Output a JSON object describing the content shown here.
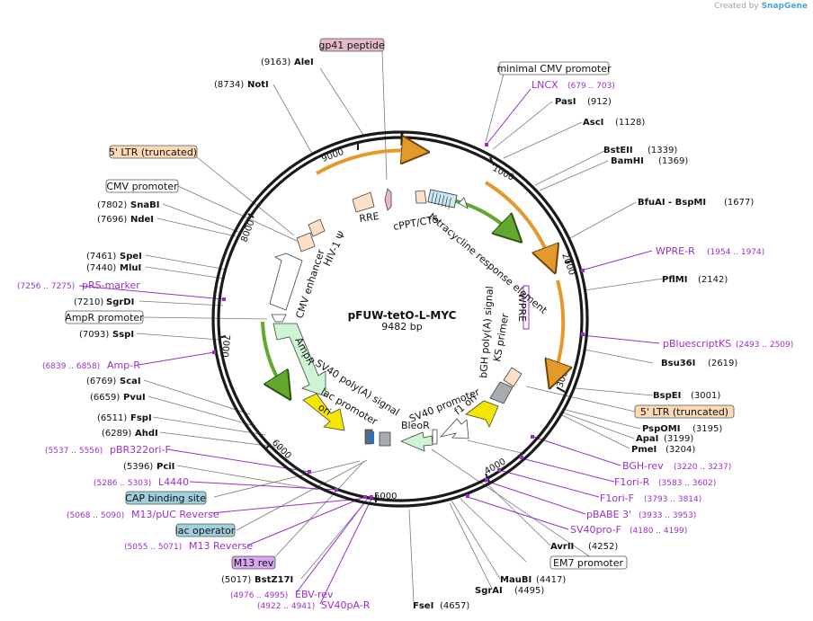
{
  "brand": {
    "prefix": "Created by",
    "name": "SnapGene"
  },
  "plasmid": {
    "name": "pFUW-tetO-L-MYC",
    "length": "9482 bp"
  },
  "ticks": [
    "1000",
    "2000",
    "3000",
    "4000",
    "5000",
    "6000",
    "7000",
    "8000",
    "9000"
  ],
  "enzymes": [
    {
      "name": "AleI",
      "pos": "(9163)"
    },
    {
      "name": "NotI",
      "pos": "(8734)"
    },
    {
      "name": "SnaBI",
      "pos": "(7802)"
    },
    {
      "name": "NdeI",
      "pos": "(7696)"
    },
    {
      "name": "SpeI",
      "pos": "(7461)"
    },
    {
      "name": "MluI",
      "pos": "(7440)"
    },
    {
      "name": "SgrDI",
      "pos": "(7210)"
    },
    {
      "name": "SspI",
      "pos": "(7093)"
    },
    {
      "name": "ScaI",
      "pos": "(6769)"
    },
    {
      "name": "PvuI",
      "pos": "(6659)"
    },
    {
      "name": "FspI",
      "pos": "(6511)"
    },
    {
      "name": "AhdI",
      "pos": "(6289)"
    },
    {
      "name": "PciI",
      "pos": "(5396)"
    },
    {
      "name": "BstZ17I",
      "pos": "(5017)"
    },
    {
      "name": "FseI",
      "pos": "(4657)"
    },
    {
      "name": "SgrAI",
      "pos": "(4495)"
    },
    {
      "name": "MauBI",
      "pos": "(4417)"
    },
    {
      "name": "AvrII",
      "pos": "(4252)"
    },
    {
      "name": "PmeI",
      "pos": "(3204)"
    },
    {
      "name": "ApaI",
      "pos": "(3199)"
    },
    {
      "name": "PspOMI",
      "pos": "(3195)"
    },
    {
      "name": "BspEI",
      "pos": "(3001)"
    },
    {
      "name": "Bsu36I",
      "pos": "(2619)"
    },
    {
      "name": "PflMI",
      "pos": "(2142)"
    },
    {
      "name": "BfuAI - BspMI",
      "pos": "(1677)"
    },
    {
      "name": "BamHI",
      "pos": "(1369)"
    },
    {
      "name": "BstEII",
      "pos": "(1339)"
    },
    {
      "name": "AscI",
      "pos": "(1128)"
    },
    {
      "name": "PasI",
      "pos": "(912)"
    }
  ],
  "primers": [
    {
      "name": "LNCX",
      "range": "(679 .. 703)"
    },
    {
      "name": "WPRE-R",
      "range": "(1954 .. 1974)"
    },
    {
      "name": "pBluescriptKS",
      "range": "(2493 .. 2509)"
    },
    {
      "name": "BGH-rev",
      "range": "(3220 .. 3237)"
    },
    {
      "name": "F1ori-R",
      "range": "(3583 .. 3602)"
    },
    {
      "name": "F1ori-F",
      "range": "(3793 .. 3814)"
    },
    {
      "name": "pBABE 3'",
      "range": "(3933 .. 3953)"
    },
    {
      "name": "SV40pro-F",
      "range": "(4180 .. 4199)"
    },
    {
      "name": "SV40pA-R",
      "range": "(4922 .. 4941)"
    },
    {
      "name": "EBV-rev",
      "range": "(4976 .. 4995)"
    },
    {
      "name": "M13 Reverse",
      "range": "(5055 .. 5071)"
    },
    {
      "name": "M13/pUC Reverse",
      "range": "(5068 .. 5090)"
    },
    {
      "name": "L4440",
      "range": "(5286 .. 5303)"
    },
    {
      "name": "pBR322ori-F",
      "range": "(5537 .. 5556)"
    },
    {
      "name": "Amp-R",
      "range": "(6839 .. 6858)"
    },
    {
      "name": "pRS-marker",
      "range": "(7256 .. 7275)"
    }
  ],
  "boxed": {
    "gp41": "gp41 peptide",
    "minCMV": "minimal CMV promoter",
    "ltr_top": "5' LTR (truncated)",
    "cmv_prom": "CMV promoter",
    "ampr_prom": "AmpR promoter",
    "ltr_right": "5' LTR (truncated)",
    "em7": "EM7 promoter",
    "cap": "CAP binding site",
    "lacop": "lac operator",
    "m13rev": "M13 rev"
  },
  "features": {
    "rre": "RRE",
    "cppt": "cPPT/CTS",
    "tre": "tetracycline response element",
    "hiv": "HIV-1 Ψ",
    "cmv_enh": "CMV enhancer",
    "wpre": "WPRE",
    "bgh": "bGH poly(A) signal",
    "ks": "KS primer",
    "ampr": "AmpR",
    "sv40pa": "SV40 poly(A) signal",
    "lac": "lac promoter",
    "ori": "ori",
    "sv40p": "SV40 promoter",
    "f1": "f1 ori",
    "bleo": "BleoR"
  },
  "colors": {
    "backbone": "#1a1a1a",
    "orange_arc": "#e39a2a",
    "green_arc": "#63a82e",
    "primer": "#9b30c9",
    "ori": "#f5e600",
    "feature_peach": "#fde0c7",
    "ltr_box": "#fcd9b6",
    "teal_box": "#9fd0dc",
    "gp41_box": "#e6b8cc",
    "m13_box": "#d7a6ef"
  }
}
